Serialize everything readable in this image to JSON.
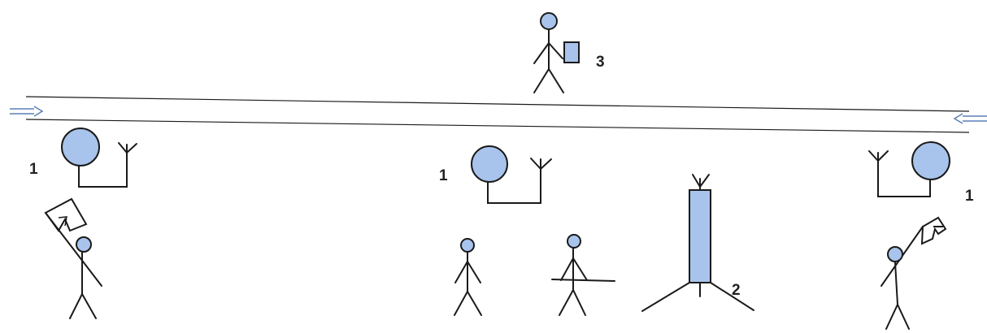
{
  "labels": {
    "person_with_sign": "3",
    "unit_left": "1",
    "unit_center": "1",
    "unit_right": "1",
    "tower": "2"
  },
  "colors": {
    "fill": "#a8c4ec",
    "stroke": "#1a1a1a",
    "arrow": "#5a7fb8"
  }
}
